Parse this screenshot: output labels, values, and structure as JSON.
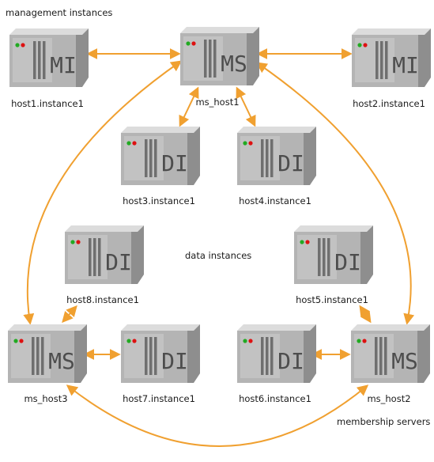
{
  "labels": {
    "management_instances": "management instances",
    "data_instances": "data instances",
    "membership_servers": "membership servers"
  },
  "colors": {
    "connector": "#f0a030",
    "server_front": "#b4b4b4",
    "server_top": "#dcdcdc",
    "server_side": "#8e8e8e",
    "led_green": "#22aa22",
    "led_red": "#dd1111"
  },
  "nodes": [
    {
      "id": "host1",
      "label": "host1.instance1",
      "type": "MI"
    },
    {
      "id": "ms_host1",
      "label": "ms_host1",
      "type": "MS"
    },
    {
      "id": "host2",
      "label": "host2.instance1",
      "type": "MI"
    },
    {
      "id": "host3",
      "label": "host3.instance1",
      "type": "DI"
    },
    {
      "id": "host4",
      "label": "host4.instance1",
      "type": "DI"
    },
    {
      "id": "host8",
      "label": "host8.instance1",
      "type": "DI"
    },
    {
      "id": "host5",
      "label": "host5.instance1",
      "type": "DI"
    },
    {
      "id": "ms_host3",
      "label": "ms_host3",
      "type": "MS"
    },
    {
      "id": "host7",
      "label": "host7.instance1",
      "type": "DI"
    },
    {
      "id": "host6",
      "label": "host6.instance1",
      "type": "DI"
    },
    {
      "id": "ms_host2",
      "label": "ms_host2",
      "type": "MS"
    }
  ]
}
